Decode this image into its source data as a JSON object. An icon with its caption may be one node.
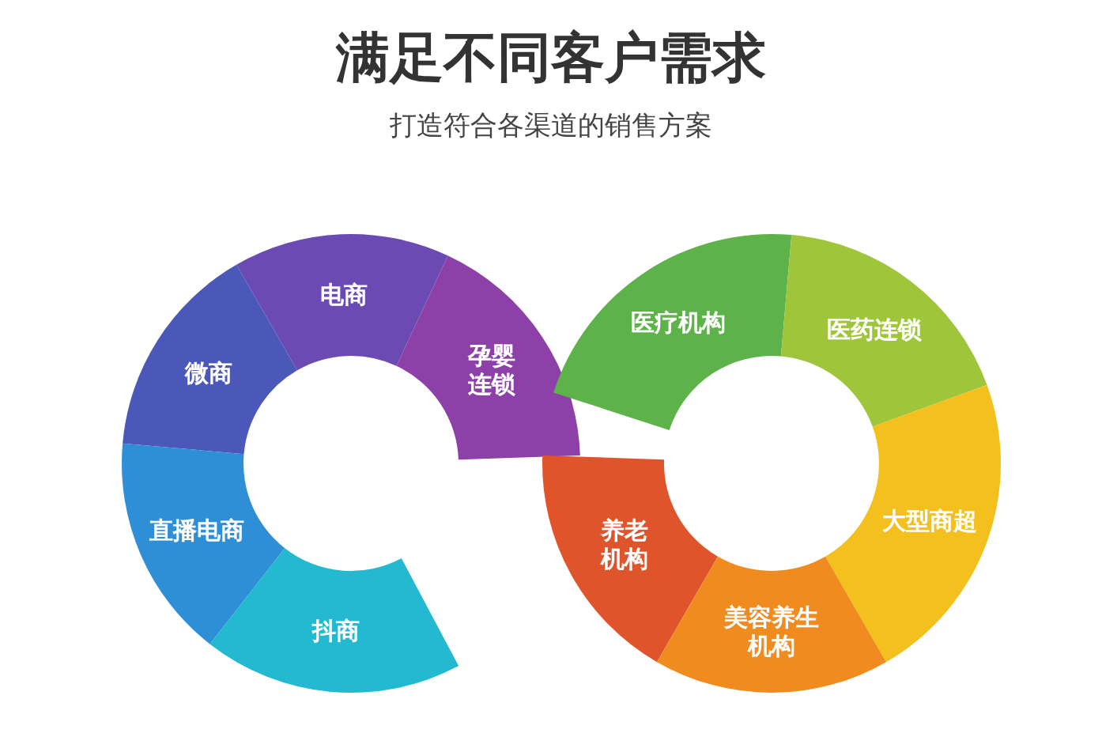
{
  "diagram": {
    "title": "满足不同客户需求",
    "nodes": [
      {
        "text": [
          "电商"
        ]
      },
      {
        "text": [
          "孕婴连锁"
        ]
      },
      {
        "text": [
          "医疗机构"
        ]
      },
      {
        "text": [
          "医药连锁"
        ]
      },
      {
        "text": [
          "微商"
        ]
      },
      {
        "text": [
          "养老机构"
        ]
      },
      {
        "text": [
          "大型商超"
        ]
      },
      {
        "text": [
          "直播电商"
        ]
      },
      {
        "text": [
          "美容养生机构"
        ]
      },
      {
        "text": [
          "抖商"
        ]
      }
    ],
    "labels": [
      "打造符合各渠道的销售方案"
    ]
  }
}
